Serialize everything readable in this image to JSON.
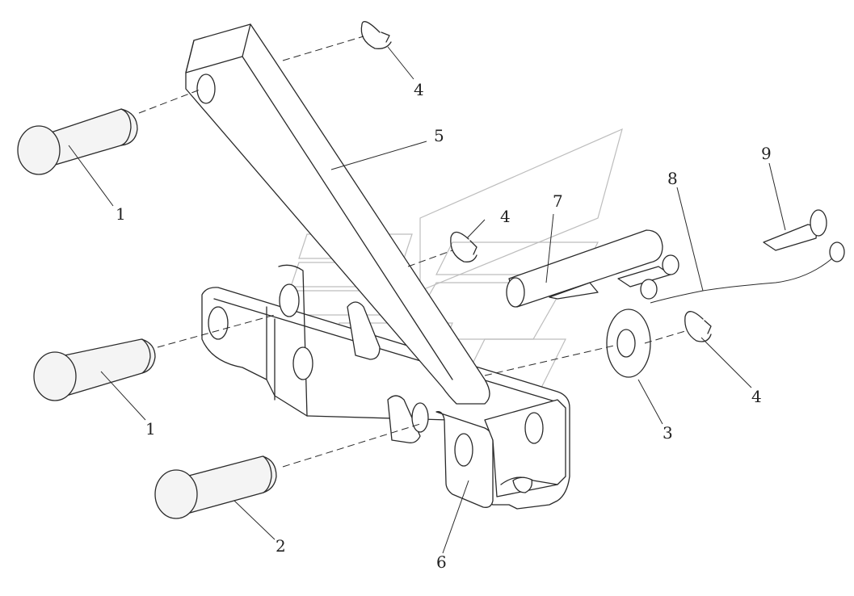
{
  "callouts": [
    {
      "id": "c1a",
      "text": "1"
    },
    {
      "id": "c1b",
      "text": "1"
    },
    {
      "id": "c2",
      "text": "2"
    },
    {
      "id": "c3",
      "text": "3"
    },
    {
      "id": "c4a",
      "text": "4"
    },
    {
      "id": "c4b",
      "text": "4"
    },
    {
      "id": "c4c",
      "text": "4"
    },
    {
      "id": "c5",
      "text": "5"
    },
    {
      "id": "c6",
      "text": "6"
    },
    {
      "id": "c7",
      "text": "7"
    },
    {
      "id": "c8",
      "text": "8"
    },
    {
      "id": "c9",
      "text": "9"
    }
  ],
  "colors": {
    "line": "#2a2a2a",
    "watermark": "#bdbdbd",
    "background": "#ffffff"
  }
}
